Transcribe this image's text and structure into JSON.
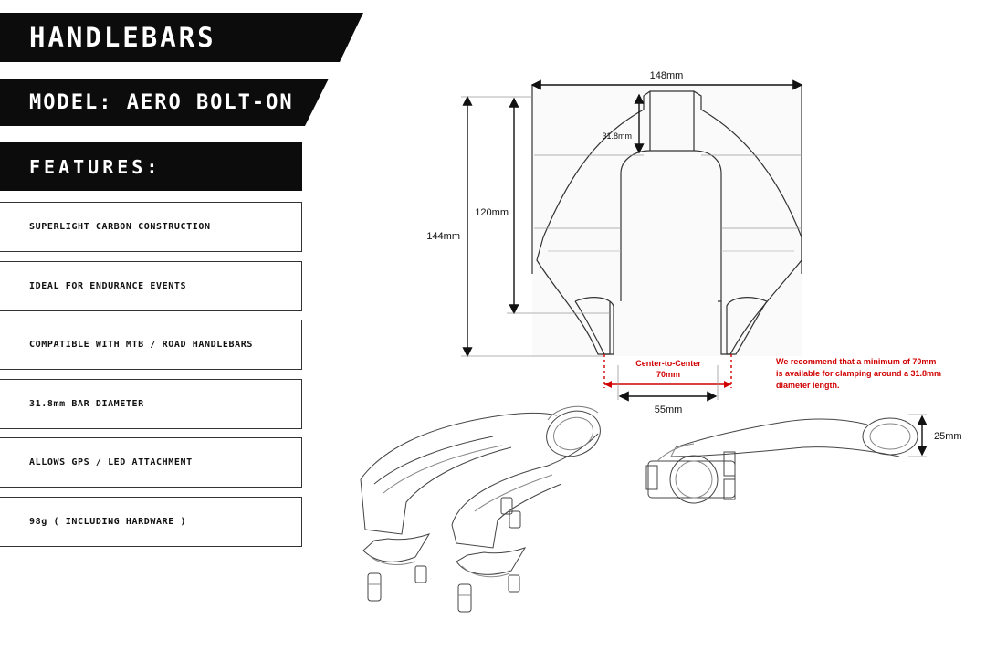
{
  "header": {
    "title": "HANDLEBARS",
    "model": "MODEL: AERO BOLT-ON",
    "features_heading": "FEATURES:"
  },
  "features": [
    "SUPERLIGHT CARBON CONSTRUCTION",
    "IDEAL FOR ENDURANCE EVENTS",
    "COMPATIBLE WITH MTB / ROAD HANDLEBARS",
    "31.8mm BAR DIAMETER",
    "ALLOWS GPS / LED ATTACHMENT",
    "98g ( INCLUDING HARDWARE )"
  ],
  "dimensions": {
    "width_top": "148mm",
    "height_total": "144mm",
    "height_inner": "120mm",
    "clamp_diameter": "31.8mm",
    "center_to_center_line1": "Center-to-Center",
    "center_to_center_line2": "70mm",
    "inner_width": "55mm",
    "side_height": "25mm"
  },
  "recommendation": {
    "line1": "We recommend that a minimum of 70mm",
    "line2": "is available for clamping around a 31.8mm",
    "line3": "diameter length."
  },
  "colors": {
    "banner_bg": "#0c0c0c",
    "note_red": "#d00000"
  }
}
